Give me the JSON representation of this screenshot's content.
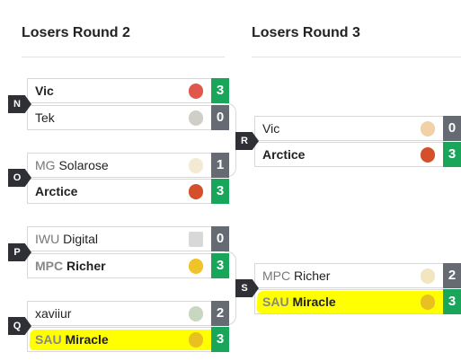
{
  "rounds": [
    {
      "title": "Losers Round 2"
    },
    {
      "title": "Losers Round 3"
    }
  ],
  "matches": {
    "N": {
      "badge": "N",
      "top": {
        "tag": "",
        "name": "Vic",
        "score": "3",
        "winner": true,
        "char": "ice-climbers-icon",
        "char_color": "#e0584a"
      },
      "bottom": {
        "tag": "",
        "name": "Tek",
        "score": "0",
        "winner": false,
        "char": "mii-icon",
        "char_color": "#cfcfc8"
      }
    },
    "O": {
      "badge": "O",
      "top": {
        "tag": "MG",
        "name": "Solarose",
        "score": "1",
        "winner": false,
        "char": "jigglypuff-icon",
        "char_color": "#f2ead2"
      },
      "bottom": {
        "tag": "",
        "name": "Arctice",
        "score": "3",
        "winner": true,
        "char": "samus-icon",
        "char_color": "#d4502a"
      }
    },
    "P": {
      "badge": "P",
      "top": {
        "tag": "IWU",
        "name": "Digital",
        "score": "0",
        "winner": false,
        "char": "game-and-watch-icon",
        "char_color": "#d8d8d8"
      },
      "bottom": {
        "tag": "MPC",
        "name": "Richer",
        "score": "3",
        "winner": true,
        "char": "peach-icon",
        "char_color": "#f0c428"
      }
    },
    "Q": {
      "badge": "Q",
      "top": {
        "tag": "",
        "name": "xaviiur",
        "score": "2",
        "winner": false,
        "char": "yoshi-icon",
        "char_color": "#c8d8c0"
      },
      "bottom": {
        "tag": "SAU",
        "name": "Miracle",
        "score": "3",
        "winner": true,
        "char": "pikachu-icon",
        "char_color": "#e8c020"
      }
    },
    "R": {
      "badge": "R",
      "top": {
        "tag": "",
        "name": "Vic",
        "score": "0",
        "winner": false,
        "char": "ice-climbers-icon",
        "char_color": "#f2d0a8"
      },
      "bottom": {
        "tag": "",
        "name": "Arctice",
        "score": "3",
        "winner": true,
        "char": "samus-icon",
        "char_color": "#d4502a"
      }
    },
    "S": {
      "badge": "S",
      "top": {
        "tag": "MPC",
        "name": "Richer",
        "score": "2",
        "winner": false,
        "char": "peach-icon",
        "char_color": "#f2e6c0"
      },
      "bottom": {
        "tag": "SAU",
        "name": "Miracle",
        "score": "3",
        "winner": true,
        "char": "pikachu-icon",
        "char_color": "#e8c020"
      }
    }
  },
  "colors": {
    "win": "#19a55a",
    "lose": "#666a72",
    "highlight": "#ffff00",
    "badge": "#2f3036"
  }
}
